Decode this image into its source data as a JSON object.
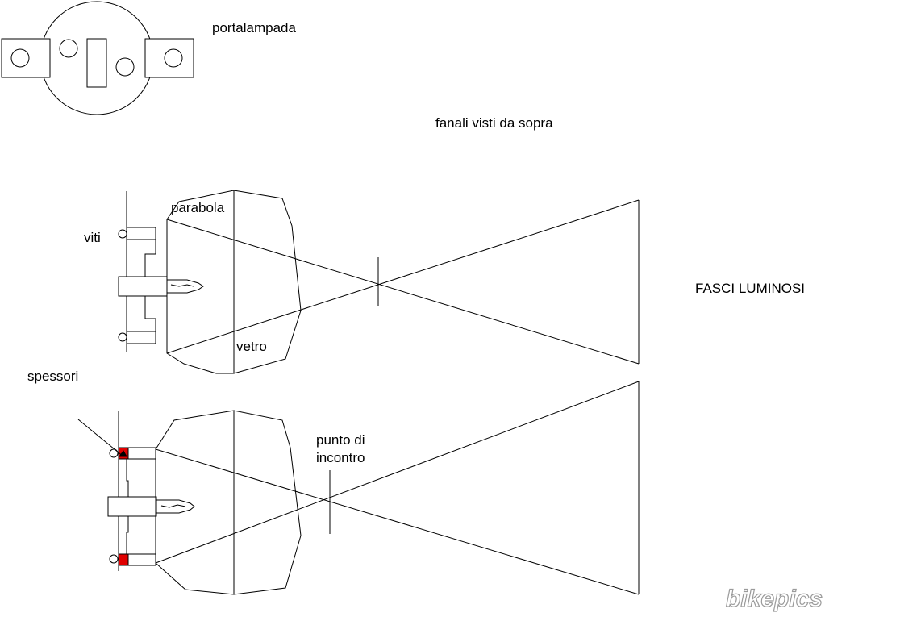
{
  "labels": {
    "socket": "portalampada",
    "top_view": "fanali visti da sopra",
    "parabola": "parabola",
    "screws": "viti",
    "glass": "vetro",
    "shims": "spessori",
    "meeting_point_line1": "punto di",
    "meeting_point_line2": "incontro",
    "beams": "FASCI LUMINOSI"
  },
  "watermark": "bikepics",
  "colors": {
    "line": "#000000",
    "shim": "#e00000"
  }
}
